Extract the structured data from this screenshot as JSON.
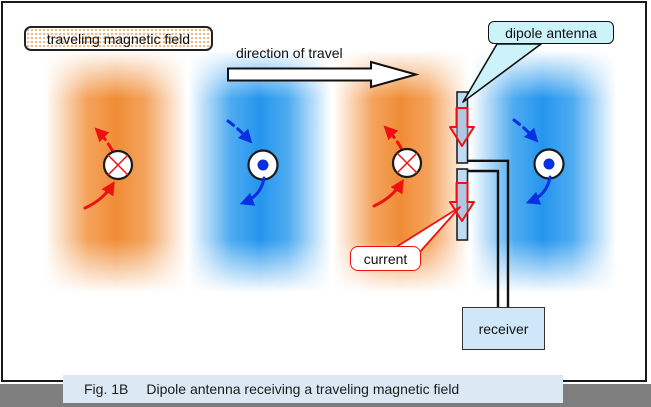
{
  "figure": {
    "field_label": "traveling magnetic field",
    "direction_label": "direction of travel",
    "antenna_label": "dipole antenna",
    "current_label": "current",
    "receiver_label": "receiver",
    "caption_fig": "Fig. 1B",
    "caption_text": "Dipole antenna receiving a traveling magnetic field",
    "field_regions": [
      {
        "polarity": "into page",
        "symbol": "circle-x",
        "band_color": "#F2923E",
        "arrow_color": "#EE1111"
      },
      {
        "polarity": "out of page",
        "symbol": "circle-dot",
        "band_color": "#2E9CEE",
        "arrow_color": "#0830E0"
      },
      {
        "polarity": "into page",
        "symbol": "circle-x",
        "band_color": "#F2923E",
        "arrow_color": "#EE1111"
      },
      {
        "polarity": "out of page",
        "symbol": "circle-dot",
        "band_color": "#2E9CEE",
        "arrow_color": "#0830E0"
      }
    ],
    "colors": {
      "orange_band": "#F2923E",
      "blue_band": "#2E9CEE",
      "red_arrow": "#EE1111",
      "blue_arrow": "#0830E0",
      "caption_bg": "#DCE9F5",
      "receiver_bg": "#CFE7F8",
      "antenna_label_bg": "#CCF2FA",
      "antenna_element": "#BFDCF2",
      "frame_shadow": "#7E7E7E"
    }
  }
}
